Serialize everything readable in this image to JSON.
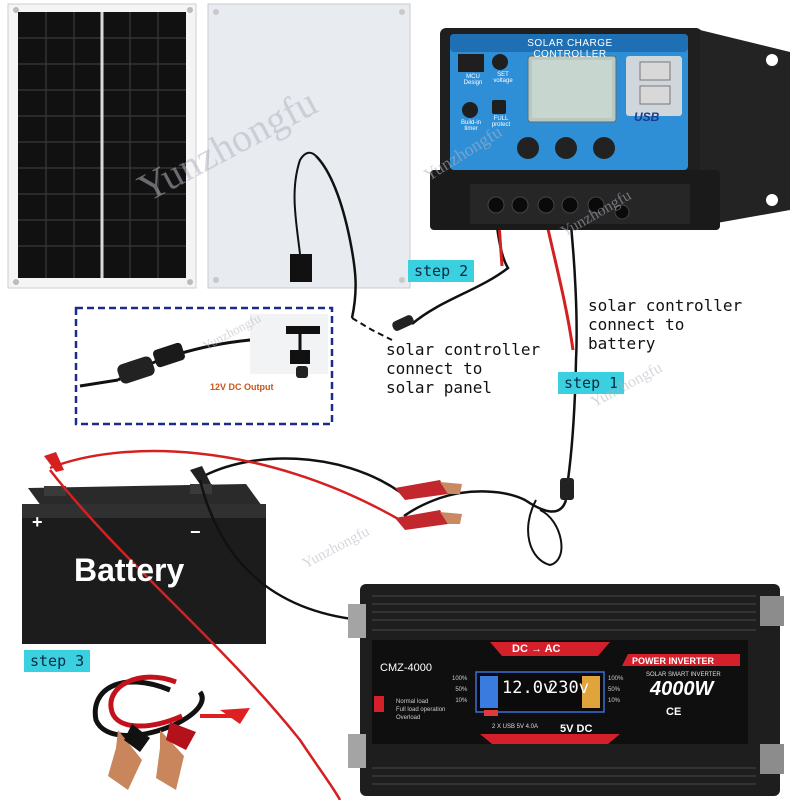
{
  "controller": {
    "title": "SOLAR CHARGE CONTROLLER",
    "icons": [
      {
        "label": "MCU Design",
        "icon": "chip-icon"
      },
      {
        "label": "SET voltage",
        "icon": "gear-icon"
      },
      {
        "label": "Build-in timer",
        "icon": "clock-icon"
      },
      {
        "label": "FULL protect",
        "icon": "lock-icon"
      }
    ],
    "usb_label": "USB"
  },
  "panel_inset": {
    "output_label": "12V DC Output"
  },
  "notes": {
    "controller_to_panel": "solar controller\nconnect to\nsolar panel",
    "controller_to_battery": "solar controller\nconnect to\nbattery"
  },
  "steps": {
    "step1": "step 1",
    "step2": "step 2",
    "step3": "step 3"
  },
  "battery": {
    "label": "Battery",
    "plus": "+",
    "minus": "−"
  },
  "inverter": {
    "model": "CMZ-4000",
    "mode": "DC → AC",
    "brand_title": "POWER INVERTER",
    "brand_subtitle": "SOLAR SMART INVERTER",
    "power": "4000W",
    "display_dc": "12.0v",
    "display_ac": "230v",
    "scale_left": [
      "100%",
      "50%",
      "10%"
    ],
    "scale_right": [
      "100%",
      "50%",
      "10%"
    ],
    "status": [
      "Normal load",
      "Full load operation",
      "Overload"
    ],
    "usb_text": "2 X USB 5V 4.0A",
    "output": "5V DC",
    "cert": "CE"
  },
  "watermark": "Yunzhongfu",
  "colors": {
    "controller_body": "#1f1f1f",
    "controller_face": "#2e8fd6",
    "lcd": "#b6c9c2",
    "step_bg": "#3ad0e0",
    "inverter_red": "#d4202a",
    "battery_body": "#1c1c1c"
  }
}
